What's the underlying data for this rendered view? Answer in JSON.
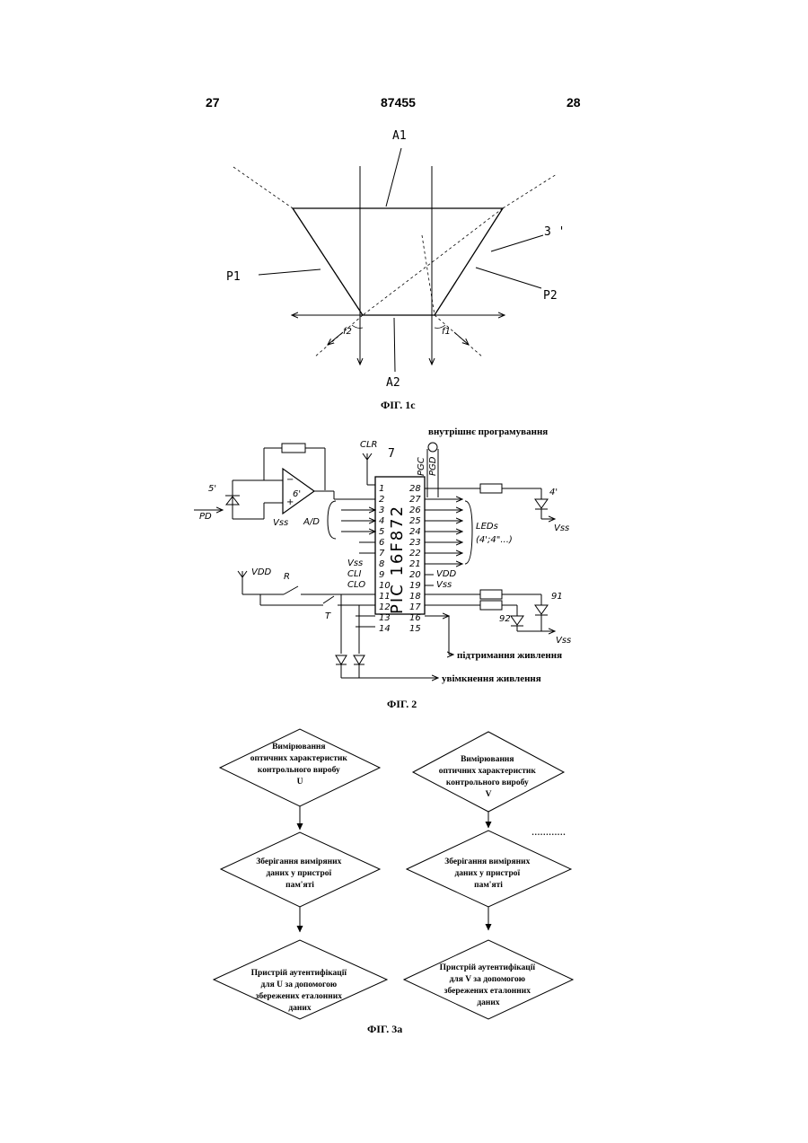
{
  "header": {
    "left": "27",
    "center": "87455",
    "right": "28"
  },
  "fig1c": {
    "caption": "ФІГ. 1с",
    "labels": {
      "a1": "A1",
      "a2": "A2",
      "p1": "P1",
      "p2": "P2",
      "r3": "3 '",
      "f1": "f1",
      "f2": "f2"
    }
  },
  "fig2": {
    "caption": "ФІГ. 2",
    "chip_name": "PIC 16F872",
    "chip_ref": "7",
    "internal_programming": "внутрішнє програмування",
    "pgc": "PGC",
    "pgd": "PGD",
    "clr": "CLR",
    "sensor_ref": "5'",
    "sensor_pd": "PD",
    "opamp_ref": "6'",
    "opamp_minus": "−",
    "opamp_plus": "+",
    "vss": "Vss",
    "vdd": "VDD",
    "ad": "A/D",
    "leds": "LEDs",
    "leds_refs": "(4';4\"...)",
    "led_ref": "4'",
    "r": "R",
    "t": "T",
    "led91": "91",
    "led92": "92",
    "power_hold": "підтримання живлення",
    "power_on": "увімкнення живлення",
    "pins_left": [
      "1",
      "2",
      "3",
      "4",
      "5",
      "6",
      "7",
      "8",
      "9",
      "10",
      "11",
      "12",
      "13",
      "14"
    ],
    "pins_right": [
      "28",
      "27",
      "26",
      "25",
      "24",
      "23",
      "22",
      "21",
      "20",
      "19",
      "18",
      "17",
      "16",
      "15"
    ],
    "pin_left_names": {
      "8": "Vss",
      "9": "CLI",
      "10": "CLO"
    },
    "pin_right_names": {
      "20": "VDD",
      "19": "Vss"
    }
  },
  "fig3a": {
    "caption": "ФІГ. 3а",
    "left": [
      [
        "Вимірювання",
        "оптичних характеристик",
        "контрольного виробу",
        "U"
      ],
      [
        "Зберігання виміряних",
        "даних у пристрої",
        "пам'яті"
      ],
      [
        "Пристрій аутентифікації",
        "для U за допомогою",
        "збережених еталонних",
        "даних"
      ]
    ],
    "right": [
      [
        "Вимірювання",
        "оптичних характеристик",
        "контрольного виробу",
        "V"
      ],
      [
        "Зберігання виміряних",
        "даних у пристрої",
        "пам'яті"
      ],
      [
        "Пристрій аутентифікації",
        "для V за допомогою",
        "збережених еталонних",
        "даних"
      ]
    ],
    "ellipsis": "…………"
  }
}
